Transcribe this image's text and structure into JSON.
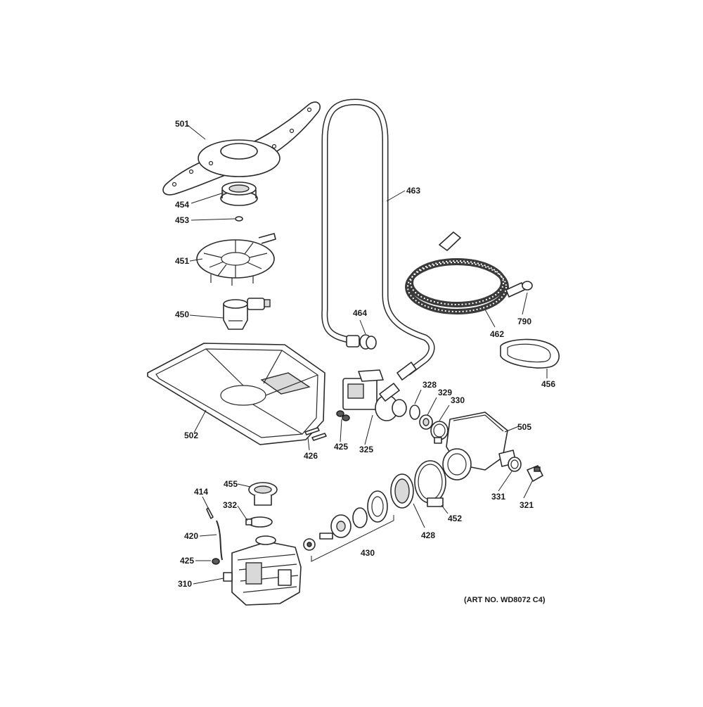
{
  "diagram": {
    "art_number": "(ART NO. WD8072 C4)",
    "parts": {
      "p501": "501",
      "p454": "454",
      "p453": "453",
      "p451": "451",
      "p450": "450",
      "p502": "502",
      "p463": "463",
      "p464": "464",
      "p462": "462",
      "p790": "790",
      "p456": "456",
      "p328": "328",
      "p329": "329",
      "p330": "330",
      "p505": "505",
      "p325": "325",
      "p425a": "425",
      "p426": "426",
      "p455": "455",
      "p414": "414",
      "p332": "332",
      "p420": "420",
      "p425b": "425",
      "p310": "310",
      "p430": "430",
      "p428": "428",
      "p452": "452",
      "p331": "331",
      "p321": "321"
    }
  }
}
